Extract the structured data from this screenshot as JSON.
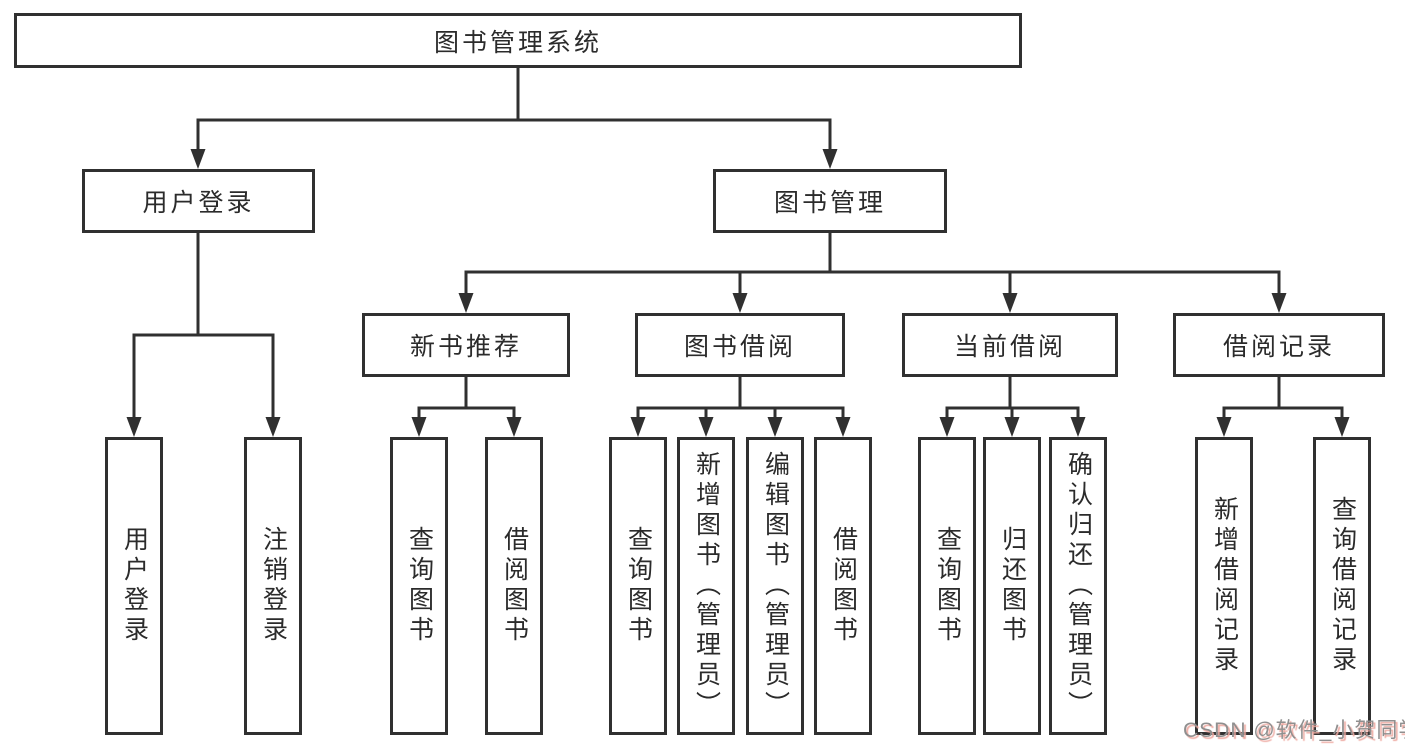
{
  "diagram_title": "图书管理系统",
  "nodes": {
    "root": "图书管理系统",
    "user_login": "用户登录",
    "book_mgmt": "图书管理",
    "new_book_rec": "新书推荐",
    "book_borrow": "图书借阅",
    "current_borrow": "当前借阅",
    "borrow_records": "借阅记录"
  },
  "leaves": {
    "user_login": "用户登录",
    "logout_login": "注销登录",
    "query_book_1": "查询图书",
    "borrow_book_1": "借阅图书",
    "query_book_2": "查询图书",
    "add_book_admin": "新增图书（管理员）",
    "edit_book_admin": "编辑图书（管理员）",
    "borrow_book_2": "借阅图书",
    "query_book_3": "查询图书",
    "return_book": "归还图书",
    "confirm_return_admin": "确认归还（管理员）",
    "add_borrow_record": "新增借阅记录",
    "query_borrow_record": "查询借阅记录"
  },
  "hierarchy": {
    "图书管理系统": {
      "用户登录": [
        "用户登录",
        "注销登录"
      ],
      "图书管理": {
        "新书推荐": [
          "查询图书",
          "借阅图书"
        ],
        "图书借阅": [
          "查询图书",
          "新增图书（管理员）",
          "编辑图书（管理员）",
          "借阅图书"
        ],
        "当前借阅": [
          "查询图书",
          "归还图书",
          "确认归还（管理员）"
        ],
        "借阅记录": [
          "新增借阅记录",
          "查询借阅记录"
        ]
      }
    }
  },
  "watermark": {
    "text": "CSDN @软件_小贺同学"
  },
  "colors": {
    "line": "#303030",
    "text": "#2b2b2b",
    "background": "#ffffff",
    "watermark_text": "#8f8f8f",
    "watermark_shadow": "#eeaaa2"
  }
}
